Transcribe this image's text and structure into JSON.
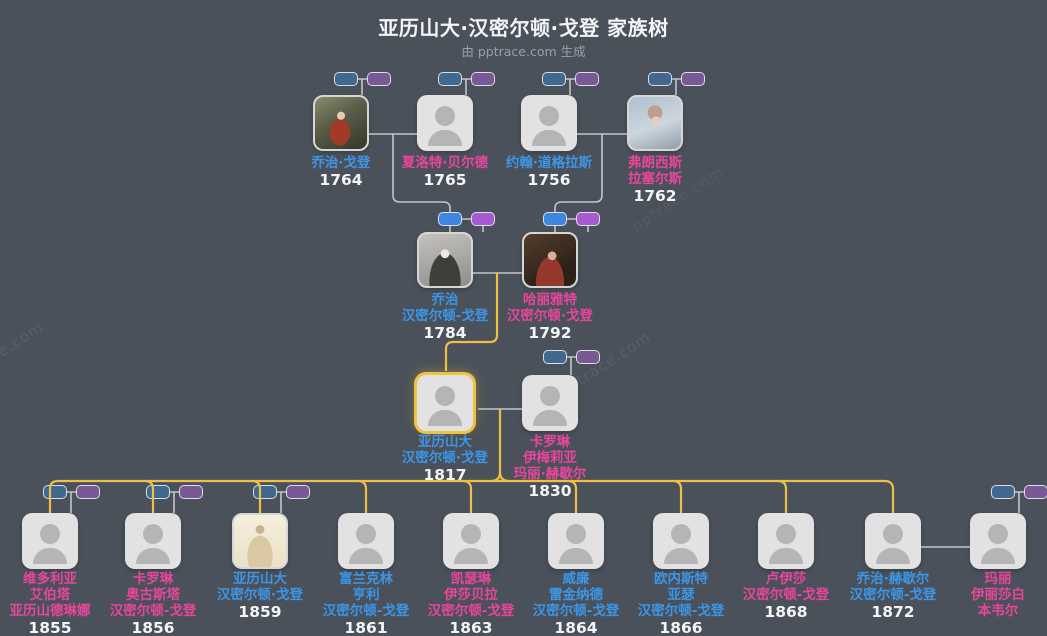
{
  "header": {
    "title": "亚历山大·汉密尔顿·戈登 家族树",
    "subtitle": "由 pptrace.com 生成"
  },
  "watermark": "pptrace.com",
  "accents": {
    "background": "#4b515a",
    "male_name": "#3b96e8",
    "female_name": "#e8459c",
    "year_text": "#f3f4f6",
    "highlight_gold": "#eec243",
    "connector_line": "#d7dade",
    "pill_male_bright": "#3e87e0",
    "pill_female_bright": "#a55ad2",
    "pill_male_muted": "#41688f",
    "pill_female_muted": "#7a5795"
  },
  "people": {
    "g1": [
      {
        "lines": [
          "乔治·戈登"
        ],
        "year": "1764",
        "gender": "male",
        "has_portrait": true
      },
      {
        "lines": [
          "夏洛特·贝尔德"
        ],
        "year": "1765",
        "gender": "female",
        "has_portrait": false
      },
      {
        "lines": [
          "约翰·道格拉斯"
        ],
        "year": "1756",
        "gender": "male",
        "has_portrait": false
      },
      {
        "lines": [
          "弗朗西斯",
          "拉塞尔斯"
        ],
        "year": "1762",
        "gender": "female",
        "has_portrait": true
      }
    ],
    "g2": [
      {
        "lines": [
          "乔治",
          "汉密尔顿-戈登"
        ],
        "year": "1784",
        "gender": "male",
        "has_portrait": true
      },
      {
        "lines": [
          "哈丽雅特",
          "汉密尔顿·戈登"
        ],
        "year": "1792",
        "gender": "female",
        "has_portrait": true
      }
    ],
    "g3": [
      {
        "lines": [
          "亚历山大",
          "汉密尔顿·戈登"
        ],
        "year": "1817",
        "gender": "male",
        "highlighted": true,
        "has_portrait": false
      },
      {
        "lines": [
          "卡罗琳",
          "伊梅莉亚",
          "玛丽·赫歇尔"
        ],
        "year": "1830",
        "gender": "female",
        "has_portrait": false
      }
    ],
    "g4": [
      {
        "lines": [
          "维多利亚",
          "艾伯塔",
          "亚历山德琳娜"
        ],
        "year": "1855",
        "gender": "female",
        "has_portrait": false
      },
      {
        "lines": [
          "卡罗琳",
          "奥古斯塔",
          "汉密尔顿-戈登"
        ],
        "year": "1856",
        "gender": "female",
        "has_portrait": false
      },
      {
        "lines": [
          "亚历山大",
          "汉密尔顿·戈登"
        ],
        "year": "1859",
        "gender": "male",
        "has_portrait": true
      },
      {
        "lines": [
          "富兰克林",
          "亨利",
          "汉密尔顿-戈登"
        ],
        "year": "1861",
        "gender": "male",
        "has_portrait": false
      },
      {
        "lines": [
          "凯瑟琳",
          "伊莎贝拉",
          "汉密尔顿-戈登"
        ],
        "year": "1863",
        "gender": "female",
        "has_portrait": false
      },
      {
        "lines": [
          "威廉",
          "雷金纳德",
          "汉密尔顿-戈登"
        ],
        "year": "1864",
        "gender": "male",
        "has_portrait": false
      },
      {
        "lines": [
          "欧内斯特",
          "亚瑟",
          "汉密尔顿-戈登"
        ],
        "year": "1866",
        "gender": "male",
        "has_portrait": false
      },
      {
        "lines": [
          "卢伊莎",
          "汉密尔顿-戈登"
        ],
        "year": "1868",
        "gender": "female",
        "has_portrait": false
      },
      {
        "lines": [
          "乔治·赫歇尔",
          "汉密尔顿-戈登"
        ],
        "year": "1872",
        "gender": "male",
        "has_portrait": false
      },
      {
        "lines": [
          "玛丽",
          "伊丽莎白",
          "本韦尔"
        ],
        "gender": "female",
        "has_portrait": false
      }
    ]
  }
}
